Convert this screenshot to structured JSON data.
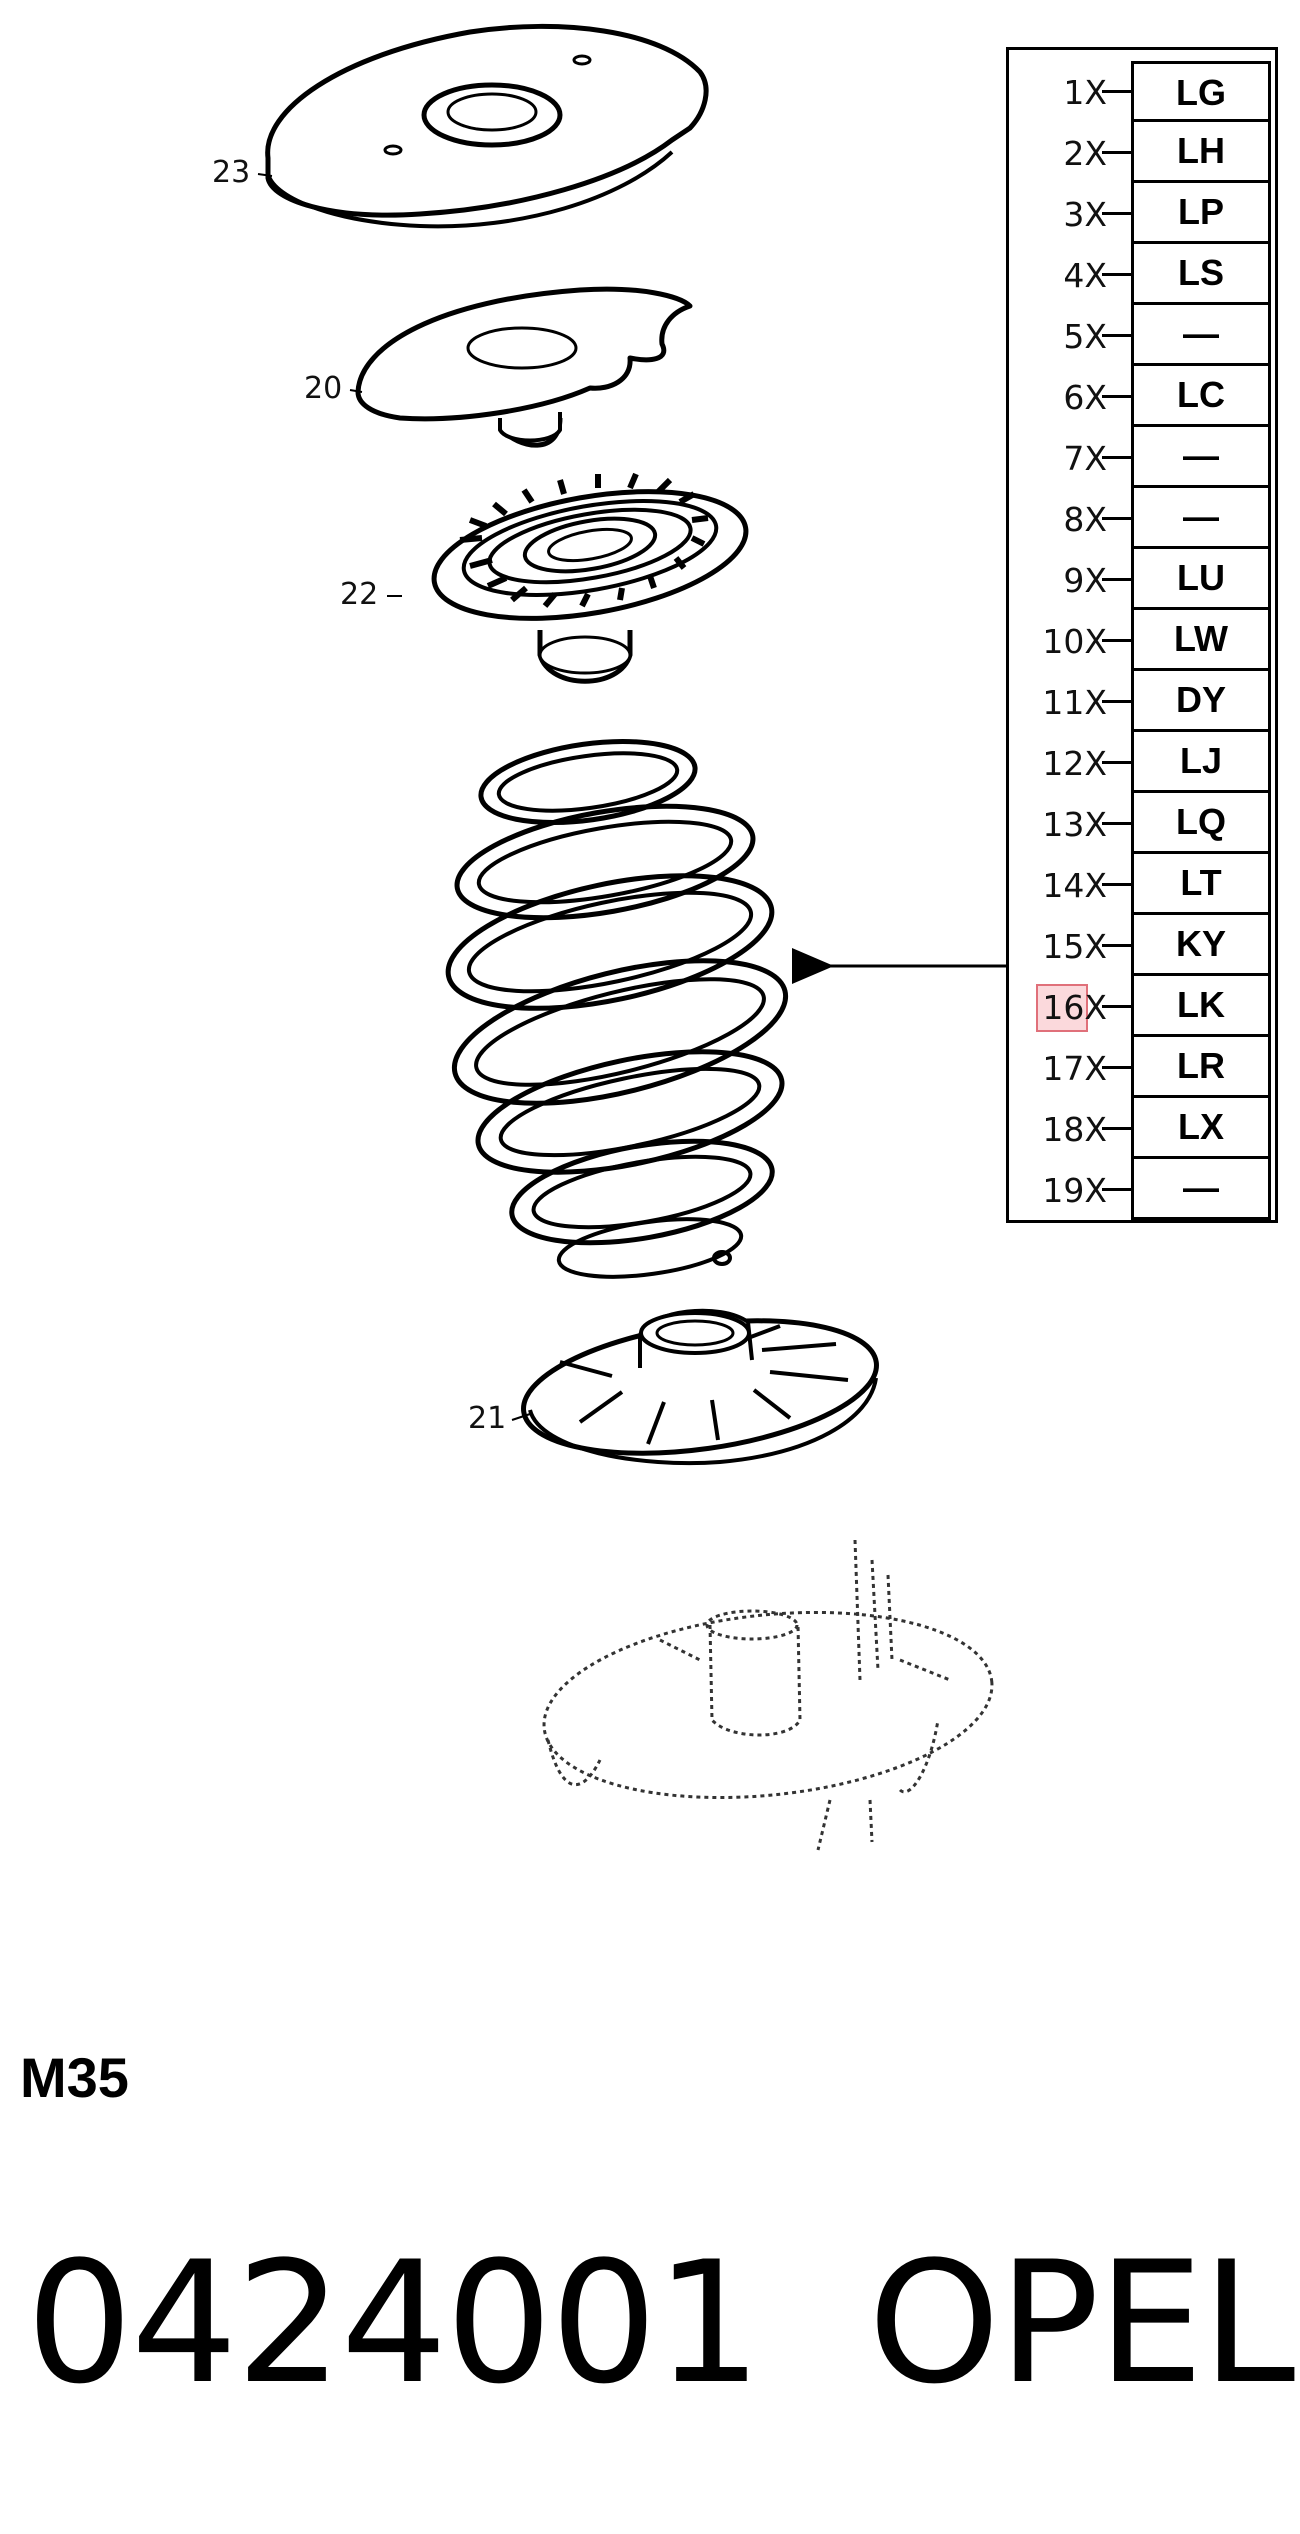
{
  "callouts": [
    {
      "label": "23"
    },
    {
      "label": "20"
    },
    {
      "label": "22"
    },
    {
      "label": "21"
    }
  ],
  "variants": [
    {
      "qty": "1X",
      "code": "LG"
    },
    {
      "qty": "2X",
      "code": "LH"
    },
    {
      "qty": "3X",
      "code": "LP"
    },
    {
      "qty": "4X",
      "code": "LS"
    },
    {
      "qty": "5X",
      "code": "—"
    },
    {
      "qty": "6X",
      "code": "LC"
    },
    {
      "qty": "7X",
      "code": "—"
    },
    {
      "qty": "8X",
      "code": "—"
    },
    {
      "qty": "9X",
      "code": "LU"
    },
    {
      "qty": "10X",
      "code": "LW"
    },
    {
      "qty": "11X",
      "code": "DY"
    },
    {
      "qty": "12X",
      "code": "LJ"
    },
    {
      "qty": "13X",
      "code": "LQ"
    },
    {
      "qty": "14X",
      "code": "LT"
    },
    {
      "qty": "15X",
      "code": "KY"
    },
    {
      "qty": "16X",
      "code": "LK"
    },
    {
      "qty": "17X",
      "code": "LR"
    },
    {
      "qty": "18X",
      "code": "LX"
    },
    {
      "qty": "19X",
      "code": "—"
    }
  ],
  "highlighted_qty": "16X",
  "highlight_color": "#e0707a",
  "doc_code": "M35",
  "footer": {
    "number": "0424001",
    "brand": "OPEL"
  }
}
